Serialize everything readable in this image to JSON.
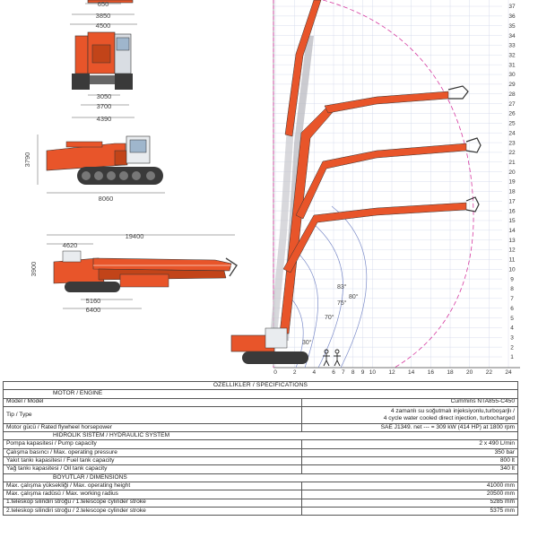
{
  "dimensions": {
    "top_view": [
      "650",
      "3850",
      "4500"
    ],
    "front_view": [
      "3050",
      "3700",
      "4390"
    ],
    "side_view": {
      "height": "3790",
      "length": "8060"
    },
    "transport_view": {
      "total_length": "19400",
      "front_offset": "4620",
      "height": "3900",
      "track_inner": "5160",
      "track_outer": "6400"
    }
  },
  "reach_chart": {
    "x_ticks": [
      "0",
      "2",
      "4",
      "6",
      "7",
      "8",
      "9",
      "10",
      "12",
      "14",
      "16",
      "18",
      "20",
      "22",
      "24"
    ],
    "y_ticks": [
      "37",
      "36",
      "35",
      "34",
      "33",
      "32",
      "31",
      "30",
      "29",
      "28",
      "27",
      "26",
      "25",
      "24",
      "23",
      "22",
      "21",
      "20",
      "19",
      "18",
      "17",
      "16",
      "15",
      "14",
      "13",
      "12",
      "11",
      "10",
      "9",
      "8",
      "7",
      "6",
      "5",
      "4",
      "3",
      "2",
      "1"
    ],
    "angle_labels": [
      "83°",
      "80°",
      "75°",
      "70°",
      "30°"
    ]
  },
  "specs": {
    "title": "ÖZELLİKLER / SPECIFICATIONS",
    "sections": [
      {
        "label": "MOTOR / ENGINE",
        "rows": [
          {
            "label": "Model / Model",
            "value": "Cummins NTA855-C450"
          },
          {
            "label": "Tip / Type",
            "value_lines": [
              "4 zamanlı su soğutmalı injeksiyonlu,turboşarjlı /",
              "4 cycle water cooled direct injection, turbocharged"
            ]
          },
          {
            "label": "Motor gücü / Rated flywheel horsepower",
            "value": "SAE J1349. net --- = 309 kW (414 HP) at 1800 rpm"
          }
        ]
      },
      {
        "label": "HİDROLİK SİSTEM / HYDRAULIC SYSTEM",
        "rows": [
          {
            "label": "Pompa kapasitesi / Pump capacity",
            "value": "2 x 490 L/min"
          },
          {
            "label": "Çalışma basıncı / Max. operating pressure",
            "value": "350 bar"
          },
          {
            "label": "Yakıt tankı kapasitesi / Fuel tank capacity",
            "value": "800 lt"
          },
          {
            "label": "Yağ tankı kapasitesi / Oil tank capacity",
            "value": "340 lt"
          }
        ]
      },
      {
        "label": "BOYUTLAR / DIMENSIONS",
        "rows": [
          {
            "label": "Max. çalışma yüksekliği / Max. operating height",
            "value": "41000 mm"
          },
          {
            "label": "Max. çalışma radüsü  / Max. working radius",
            "value": "20500 mm"
          },
          {
            "label": "1.teleskop silindiri stroğu / 1.telescope cylinder stroke",
            "value": "5285 mm"
          },
          {
            "label": "2.teleskop silindiri stroğu / 2.telescope cylinder stroke",
            "value": "5375 mm"
          }
        ]
      }
    ]
  },
  "colors": {
    "machine": "#e8552a",
    "track": "#3a3a3a",
    "arc_pink": "#d63aa0",
    "arc_blue": "#7c8cc9",
    "grid": "#cfd6ea"
  }
}
